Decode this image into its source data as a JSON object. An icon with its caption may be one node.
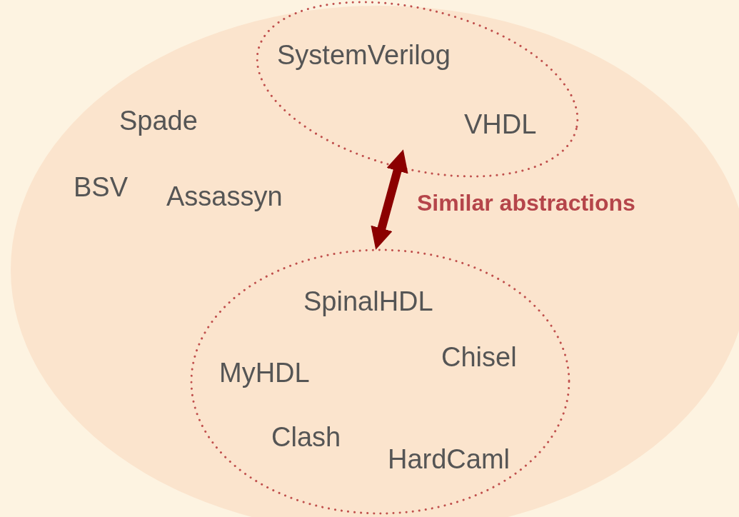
{
  "diagram": {
    "nodes": [
      {
        "text": [],
        "shape": "ellipse"
      },
      {
        "text": [],
        "shape": "ellipse",
        "in": 0
      },
      {
        "text": [
          "SystemVerilog"
        ],
        "in": 1
      },
      {
        "text": [
          "VHDL"
        ],
        "in": 1
      },
      {
        "text": [
          "Spade"
        ],
        "in": 0
      },
      {
        "text": [
          "BSV"
        ],
        "in": 0
      },
      {
        "text": [
          "Assassyn"
        ],
        "in": 0
      },
      {
        "text": [],
        "shape": "ellipse",
        "in": 0
      },
      {
        "text": [
          "SpinalHDL"
        ],
        "in": 7
      },
      {
        "text": [
          "Chisel"
        ],
        "in": 7
      },
      {
        "text": [
          "MyHDL"
        ],
        "in": 7
      },
      {
        "text": [
          "Clash"
        ],
        "in": 7
      },
      {
        "text": [
          "HardCaml"
        ],
        "in": 7
      }
    ],
    "edges": [
      {
        "from": 1,
        "to": 7,
        "arrow": "both",
        "label": "Similar abstractions",
        "color": "#8b0000"
      }
    ]
  }
}
